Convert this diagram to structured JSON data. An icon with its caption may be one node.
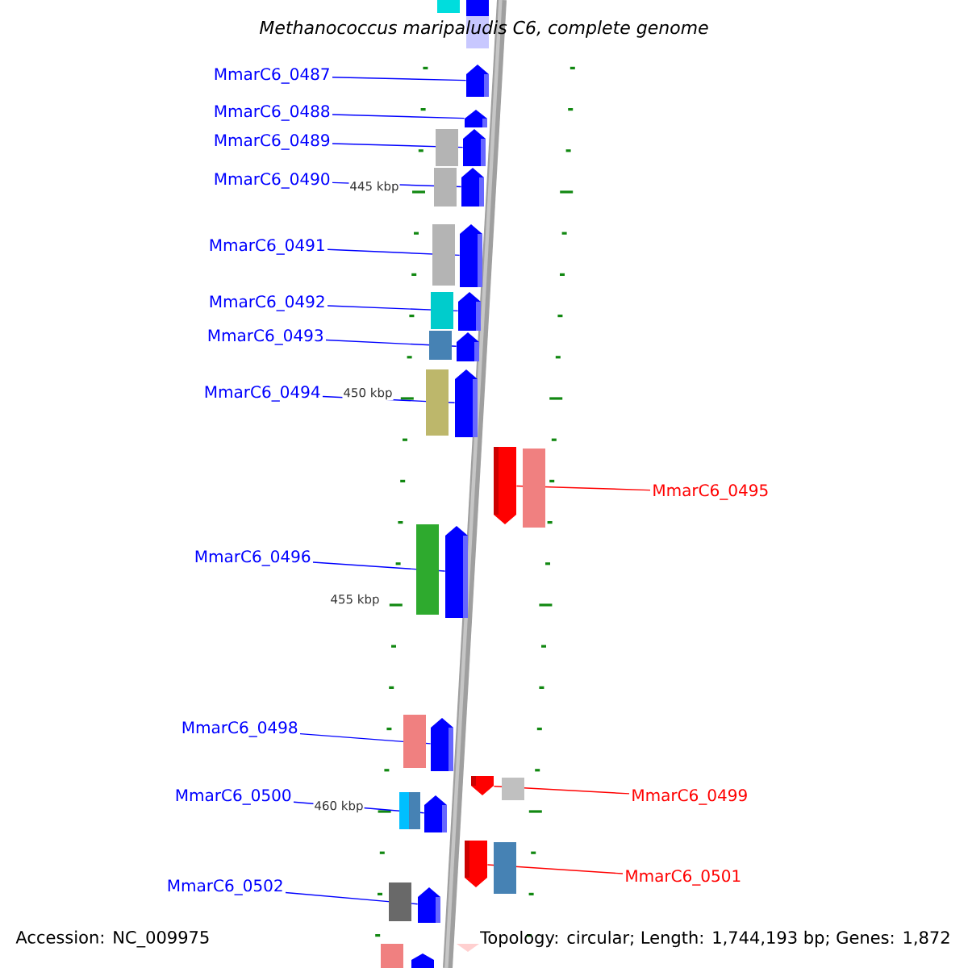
{
  "diagram": {
    "title": "Methanococcus maripaludis C6, complete genome",
    "nodes": [
      {
        "text": [
          "MmarC6_0487"
        ]
      },
      {
        "text": [],
        "shape": "pentagon"
      },
      {
        "text": [
          "MmarC6_0488"
        ]
      },
      {
        "text": [],
        "shape": "pentagon"
      },
      {
        "text": [
          "MmarC6_0489"
        ]
      },
      {
        "text": [],
        "shape": "pentagon"
      },
      {
        "text": [
          "MmarC6_0490"
        ]
      },
      {
        "text": [],
        "shape": "pentagon"
      },
      {
        "text": [
          "MmarC6_0491"
        ]
      },
      {
        "text": [],
        "shape": "pentagon"
      },
      {
        "text": [
          "MmarC6_0492"
        ]
      },
      {
        "text": [],
        "shape": "pentagon"
      },
      {
        "text": [
          "MmarC6_0493"
        ]
      },
      {
        "text": [],
        "shape": "pentagon"
      },
      {
        "text": [
          "MmarC6_0494"
        ]
      },
      {
        "text": [],
        "shape": "pentagon"
      },
      {
        "text": [
          "MmarC6_0495"
        ]
      },
      {
        "text": [],
        "shape": "pentagon"
      },
      {
        "text": [
          "MmarC6_0496"
        ]
      },
      {
        "text": [],
        "shape": "pentagon"
      },
      {
        "text": [
          "MmarC6_0498"
        ]
      },
      {
        "text": [],
        "shape": "pentagon"
      },
      {
        "text": [
          "MmarC6_0499"
        ]
      },
      {
        "text": [],
        "shape": "pentagon"
      },
      {
        "text": [
          "MmarC6_0500"
        ]
      },
      {
        "text": [],
        "shape": "pentagon"
      },
      {
        "text": [
          "MmarC6_0501"
        ]
      },
      {
        "text": [],
        "shape": "pentagon"
      },
      {
        "text": [
          "MmarC6_0502"
        ]
      },
      {
        "text": [],
        "shape": "pentagon"
      }
    ],
    "edges": [
      {
        "from": 0,
        "to": 1,
        "arrow": "none"
      },
      {
        "from": 2,
        "to": 3,
        "arrow": "none"
      },
      {
        "from": 4,
        "to": 5,
        "arrow": "none"
      },
      {
        "from": 6,
        "to": 7,
        "arrow": "none"
      },
      {
        "from": 8,
        "to": 9,
        "arrow": "none"
      },
      {
        "from": 10,
        "to": 11,
        "arrow": "none"
      },
      {
        "from": 12,
        "to": 13,
        "arrow": "none"
      },
      {
        "from": 14,
        "to": 15,
        "arrow": "none"
      },
      {
        "from": 16,
        "to": 17,
        "arrow": "none",
        "color": "#ff0000"
      },
      {
        "from": 18,
        "to": 19,
        "arrow": "none"
      },
      {
        "from": 20,
        "to": 21,
        "arrow": "none"
      },
      {
        "from": 22,
        "to": 23,
        "arrow": "none",
        "color": "#ff0000"
      },
      {
        "from": 24,
        "to": 25,
        "arrow": "none"
      },
      {
        "from": 26,
        "to": 27,
        "arrow": "none",
        "color": "#ff0000"
      },
      {
        "from": 28,
        "to": 29,
        "arrow": "none"
      }
    ],
    "labels": [
      "445 kbp",
      "450 kbp",
      "455 kbp",
      "460 kbp",
      "Accession: NC_009975",
      "Topology: circular; Length: 1,744,193 bp; Genes: 1,872"
    ]
  }
}
